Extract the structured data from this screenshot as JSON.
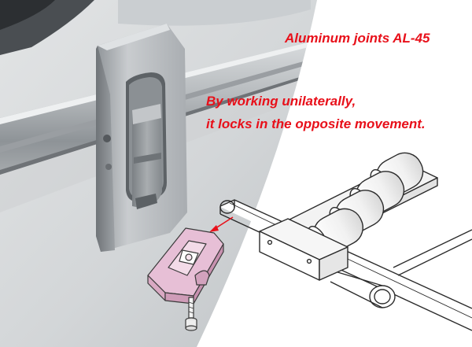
{
  "captions": {
    "title": "Aluminum joints AL-45",
    "line1": "By working unilaterally,",
    "line2": "it locks in the opposite movement."
  },
  "colors": {
    "caption_red": "#e8101a",
    "highlight_pink": "#e7bfd6",
    "callout_arrow": "#e8101a",
    "background": "#ffffff"
  }
}
